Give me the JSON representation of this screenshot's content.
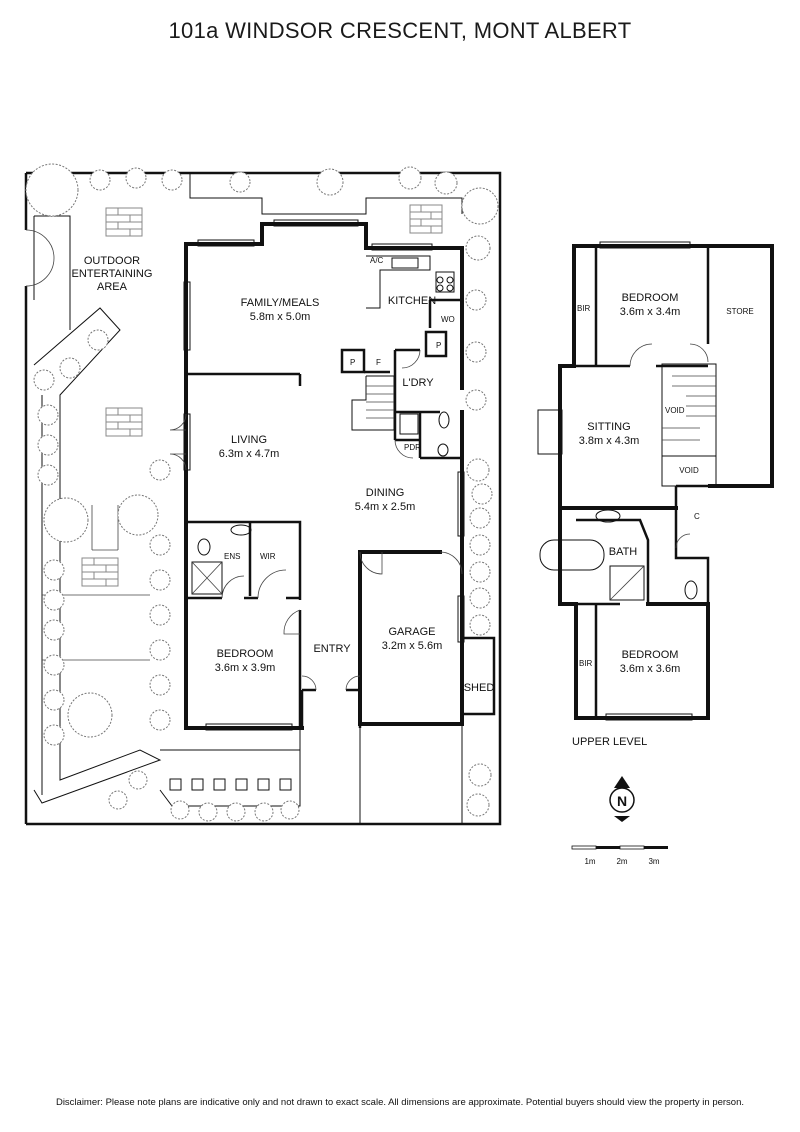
{
  "title": "101a WINDSOR CRESCENT, MONT ALBERT",
  "ground_floor": {
    "outdoor": [
      "OUTDOOR",
      "ENTERTAINING",
      "AREA"
    ],
    "family_meals": {
      "name": "FAMILY/MEALS",
      "size": "5.8m x 5.0m"
    },
    "kitchen": "KITCHEN",
    "ac": "A/C",
    "wo": "WO",
    "pantry": "P",
    "fridge": "F",
    "laundry": "L'DRY",
    "powder": "PDR",
    "living": {
      "name": "LIVING",
      "size": "6.3m x 4.7m"
    },
    "dining": {
      "name": "DINING",
      "size": "5.4m x 2.5m"
    },
    "ensuite": "ENS",
    "wir": "WIR",
    "bedroom": {
      "name": "BEDROOM",
      "size": "3.6m x 3.9m"
    },
    "entry": "ENTRY",
    "garage": {
      "name": "GARAGE",
      "size": "3.2m x 5.6m"
    },
    "shed": "SHED"
  },
  "upper_floor": {
    "label": "UPPER LEVEL",
    "bir": "BIR",
    "bedroom1": {
      "name": "BEDROOM",
      "size": "3.6m x 3.4m"
    },
    "store": "STORE",
    "sitting": {
      "name": "SITTING",
      "size": "3.8m x 4.3m"
    },
    "void": "VOID",
    "cupboard": "C",
    "bath": "BATH",
    "bedroom2": {
      "name": "BEDROOM",
      "size": "3.6m x 3.6m"
    }
  },
  "compass": {
    "letter": "N"
  },
  "scale": [
    "1m",
    "2m",
    "3m"
  ],
  "disclaimer": "Disclaimer: Please note plans are indicative only and not drawn to exact scale. All dimensions are approximate. Potential buyers should view the property in person."
}
